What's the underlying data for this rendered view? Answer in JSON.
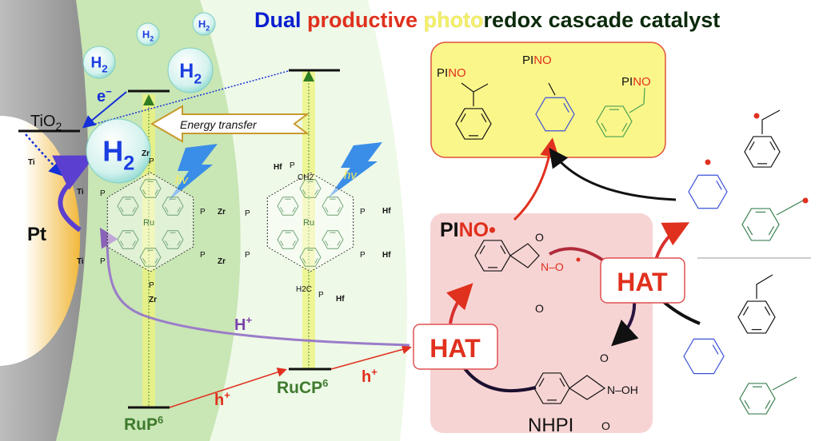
{
  "title": {
    "word1": "Dual",
    "word2": "productive",
    "word3": "photo",
    "word4": "redox cascade catalyst",
    "colors": {
      "word1": "#0a1ed0",
      "word2": "#e0301e",
      "word3": "#f4f06a",
      "word4": "#0b2a0b"
    }
  },
  "left": {
    "h2_label": "H",
    "h2_sub": "2",
    "electron": "e",
    "electron_sup": "−",
    "tio2": "TiO",
    "tio2_sub": "2",
    "pt": "Pt",
    "energy_transfer": "Energy transfer",
    "hv": "hv",
    "proton": "H",
    "proton_sup": "+",
    "hole": "h",
    "hole_sup": "+",
    "rup6": "RuP",
    "rup6_sup": "6",
    "rucp6": "RuCP",
    "rucp6_sup": "6"
  },
  "atoms": {
    "ru": "Ru",
    "zr": "Zr",
    "hf": "Hf",
    "ti": "Ti",
    "p": "P",
    "o": "O",
    "n": "N",
    "ch2": "CH2",
    "h2c": "H2C"
  },
  "right": {
    "hat": "HAT",
    "pino_radical": {
      "pi": "PI",
      "no": "NO",
      "dot": "•"
    },
    "nhpi": "NHPI",
    "product_label": {
      "pi": "PI",
      "no": "NO"
    },
    "n_o": "N–O",
    "n_oh": "N–OH",
    "o": "O"
  },
  "colors": {
    "accent_red": "#e0301e",
    "purple": "#8a62b8",
    "green_text": "#3e7a2e",
    "product_box": "#fbf68a",
    "cycle_box": "#f7d4d4"
  }
}
